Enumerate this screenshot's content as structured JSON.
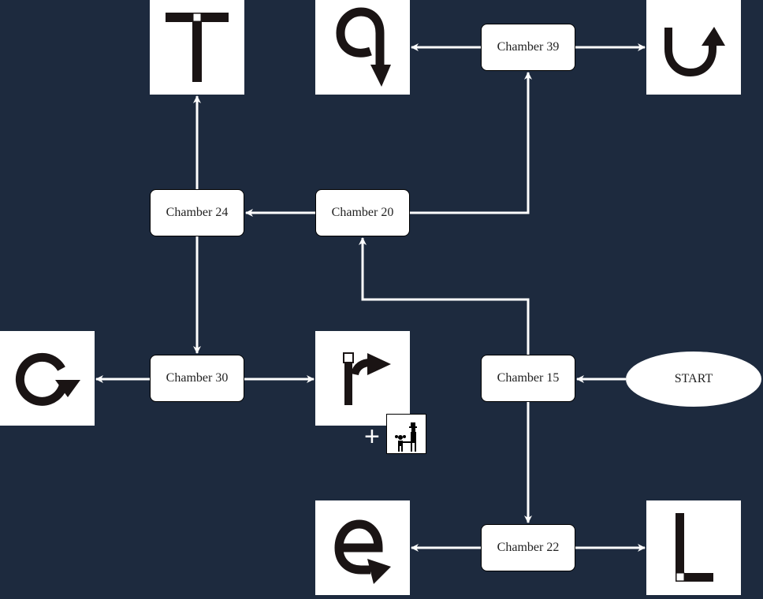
{
  "chambers": {
    "c39": "Chamber 39",
    "c24": "Chamber 24",
    "c20": "Chamber 20",
    "c30": "Chamber 30",
    "c15": "Chamber 15",
    "c22": "Chamber 22"
  },
  "start": "START",
  "plus": "+",
  "icons": [
    "t-junction-icon",
    "loop-down-arrow-icon",
    "u-turn-icon",
    "rotate-clockwise-icon",
    "turn-right-icon",
    "e-loop-arrow-icon",
    "l-corner-icon",
    "family-icon"
  ],
  "colors": {
    "background": "#1d2a3e",
    "edge": "#ffffff"
  }
}
